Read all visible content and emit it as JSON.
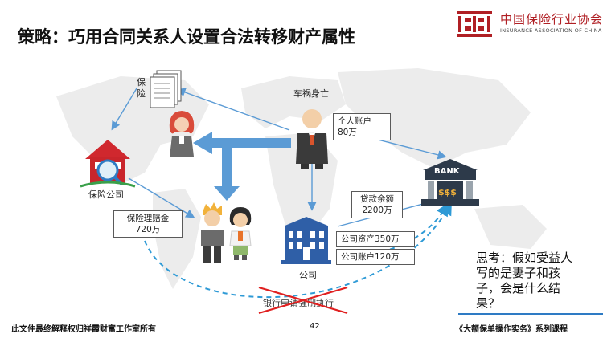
{
  "slide": {
    "title": "策略：巧用合同关系人设置合法转移财产属性",
    "page_number": "42"
  },
  "logo": {
    "name_cn": "中国保险行业协会",
    "name_en": "INSURANCE ASSOCIATION OF CHINA"
  },
  "diagram": {
    "insurance_doc_label": "保\n险",
    "car_accident_label": "车祸身亡",
    "insurance_company_label": "保险公司",
    "personal_account": [
      "个人账户",
      "80万"
    ],
    "claim_payout": [
      "保险理赔金",
      "720万"
    ],
    "loan_balance": [
      "贷款余额",
      "2200万"
    ],
    "company_assets": "公司资产350万",
    "company_account": "公司账户120万",
    "company_label": "公司",
    "bank_sign": "BANK",
    "bank_money": "$$$",
    "crossed_text": "银行申请强制执行"
  },
  "think": "思考：假如受益人写的是妻子和孩子，会是什么结果？",
  "footer": {
    "left": "此文件最终解释权归祥霞财富工作室所有",
    "right": "《大额保单操作实务》系列课程"
  },
  "colors": {
    "accent_blue": "#2e7bc4",
    "arrow_blue": "#5b9bd5",
    "logo_red": "#b01f24",
    "cross_red": "#e02020"
  }
}
